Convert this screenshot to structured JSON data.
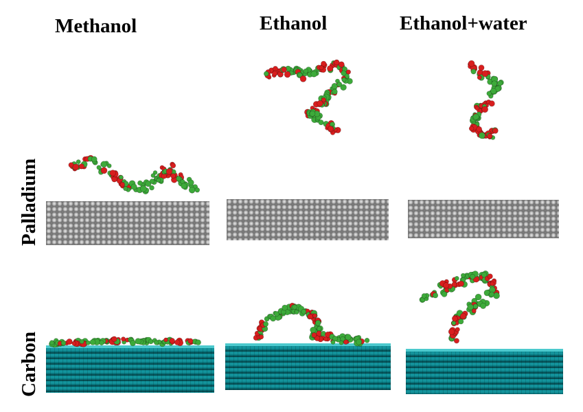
{
  "columns": [
    {
      "title": "Methanol"
    },
    {
      "title": "Ethanol"
    },
    {
      "title": "Ethanol+water"
    }
  ],
  "rows": [
    {
      "label": "Palladium",
      "surface_color": "#8a8a8a"
    },
    {
      "label": "Carbon",
      "surface_color": "#36b9be"
    }
  ],
  "colors": {
    "hydrophobic": "#3daa3a",
    "charged": "#d81e1e"
  }
}
